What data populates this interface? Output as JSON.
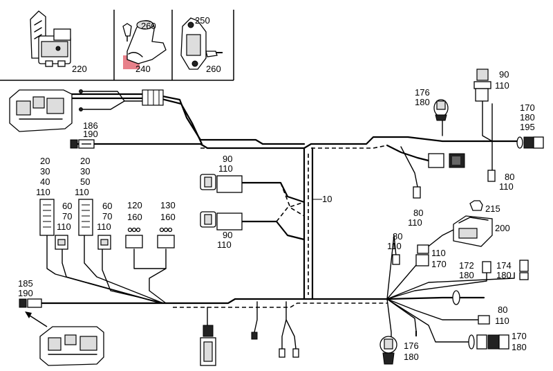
{
  "colors": {
    "line": "#000000",
    "highlight": "#e8808a",
    "background": "#ffffff"
  },
  "inset": {
    "panel1": {
      "label": "220"
    },
    "panel2": {
      "labels": [
        "260",
        "240"
      ]
    },
    "panel3": {
      "labels": [
        "250",
        "260"
      ]
    }
  },
  "harness_label": "10",
  "left_connectors": [
    {
      "id": "186-190",
      "lines": [
        "186",
        "190"
      ]
    },
    {
      "id": "20-30-40-110",
      "lines": [
        "20",
        "30",
        "40",
        "110"
      ]
    },
    {
      "id": "20-30-50-110",
      "lines": [
        "20",
        "30",
        "50",
        "110"
      ]
    },
    {
      "id": "60-70-110-a",
      "lines": [
        "60",
        "70",
        "110"
      ]
    },
    {
      "id": "60-70-110-b",
      "lines": [
        "60",
        "70",
        "110"
      ]
    },
    {
      "id": "120-160",
      "lines": [
        "120",
        "160"
      ]
    },
    {
      "id": "130-160",
      "lines": [
        "130",
        "160"
      ]
    },
    {
      "id": "185-190",
      "lines": [
        "185",
        "190"
      ]
    }
  ],
  "center_connectors": [
    {
      "id": "90-110-upper",
      "lines": [
        "90",
        "110"
      ]
    },
    {
      "id": "90-110-lower",
      "lines": [
        "90",
        "110"
      ]
    }
  ],
  "right_connectors": [
    {
      "id": "176-180-top",
      "lines": [
        "176",
        "180"
      ]
    },
    {
      "id": "90-110-top",
      "lines": [
        "90",
        "110"
      ]
    },
    {
      "id": "170-180-195",
      "lines": [
        "170",
        "180",
        "195"
      ]
    },
    {
      "id": "80-110-a",
      "lines": [
        "80",
        "110"
      ]
    },
    {
      "id": "80-110-b",
      "lines": [
        "80",
        "110"
      ]
    },
    {
      "id": "215",
      "lines": [
        "215"
      ]
    },
    {
      "id": "200",
      "lines": [
        "200"
      ]
    },
    {
      "id": "80-110-c",
      "lines": [
        "80",
        "110"
      ]
    },
    {
      "id": "110-170",
      "lines": [
        "110",
        "170"
      ]
    },
    {
      "id": "172-180",
      "lines": [
        "172",
        "180"
      ]
    },
    {
      "id": "174-180",
      "lines": [
        "174",
        "180"
      ]
    },
    {
      "id": "80-110-d",
      "lines": [
        "80",
        "110"
      ]
    },
    {
      "id": "170-180-bottom",
      "lines": [
        "170",
        "180"
      ]
    },
    {
      "id": "176-180-bottom",
      "lines": [
        "176",
        "180"
      ]
    }
  ]
}
